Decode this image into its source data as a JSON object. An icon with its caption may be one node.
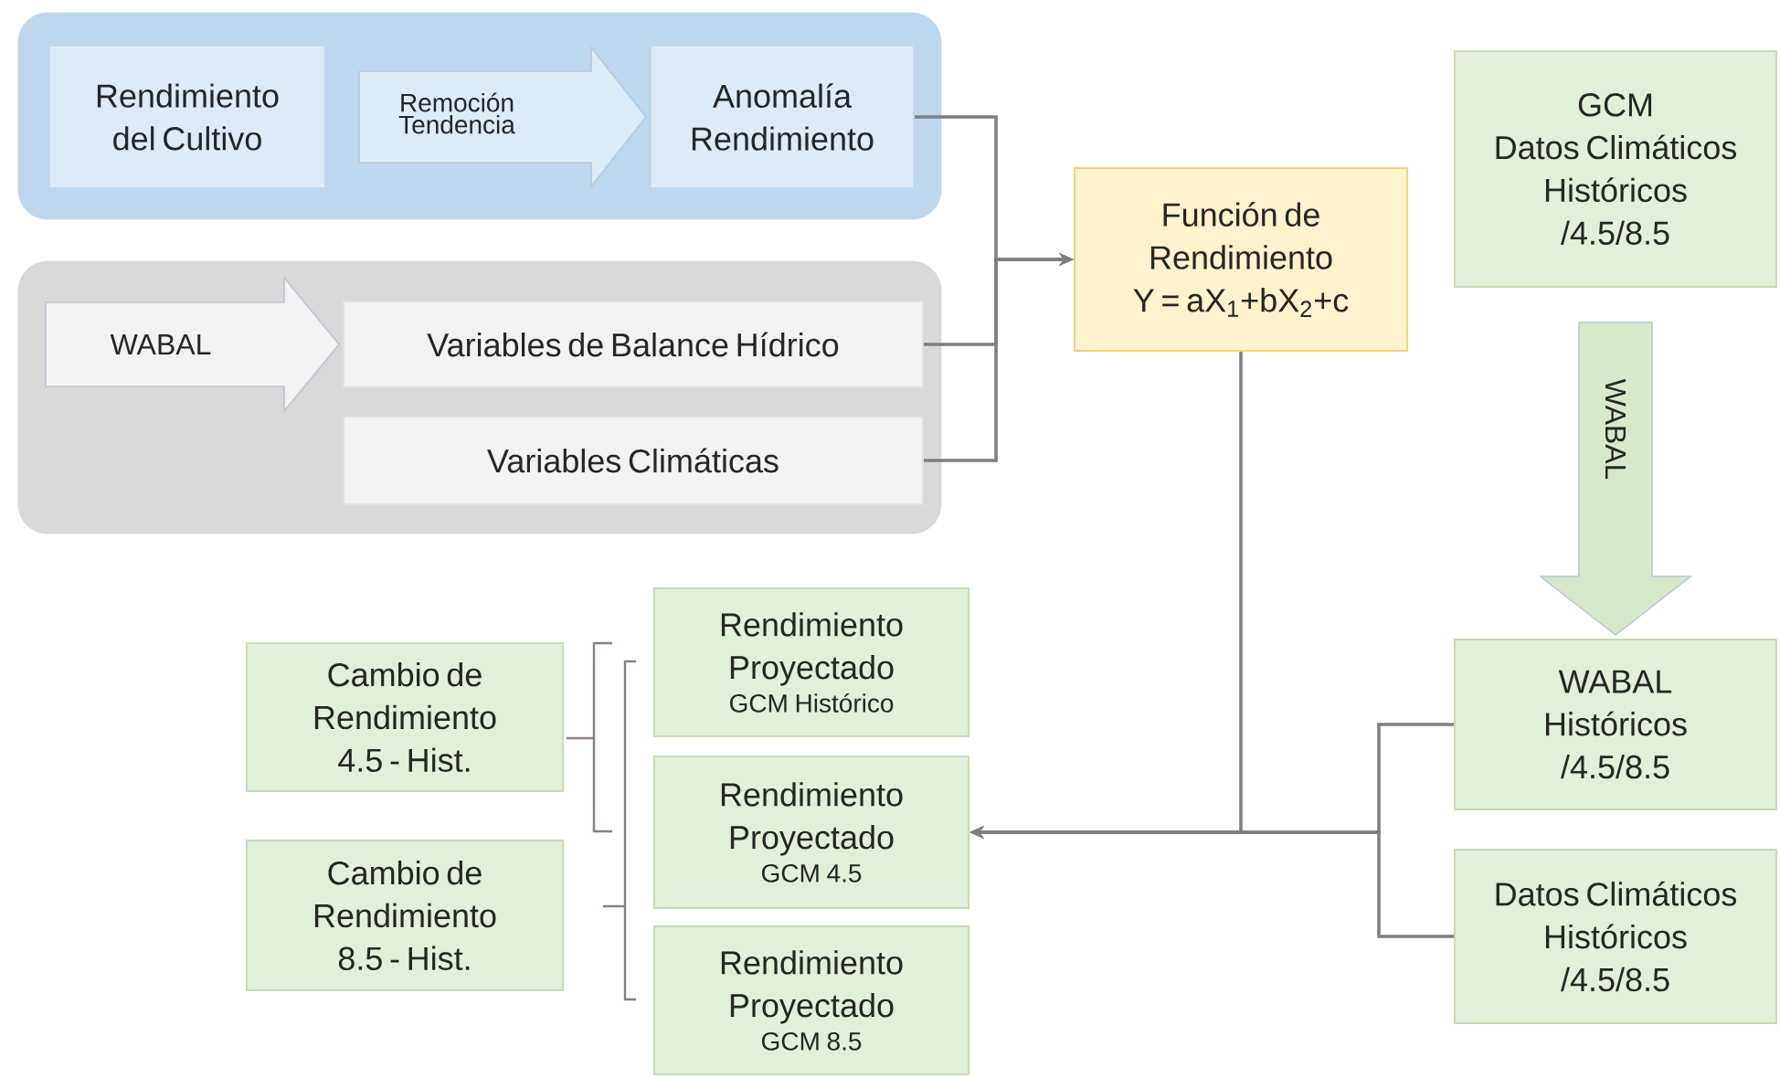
{
  "diagram": {
    "nodes": [
      {
        "text": [],
        "shape": "box"
      },
      {
        "text": [
          "Rendimiento del Cultivo"
        ],
        "in": 0
      },
      {
        "text": [
          "Anomalía Rendimiento"
        ],
        "in": 0
      },
      {
        "text": [],
        "shape": "box"
      },
      {
        "text": [
          "Variables de Balance Hídrico"
        ],
        "in": 3
      },
      {
        "text": [
          "Variables Climáticas"
        ],
        "in": 3
      },
      {
        "text": [
          "Función de Rendimiento",
          "Y = aX$_{1}$+bX$_{2}$+c"
        ]
      },
      {
        "text": [
          "GCM",
          "Datos Climáticos Históricos /4.5/8.5"
        ]
      },
      {
        "text": [
          "Cambio de Rendimiento 4.5 - Hist."
        ]
      },
      {
        "text": [
          "Cambio de Rendimiento 8.5 - Hist."
        ]
      },
      {
        "text": [
          "Rendimiento Proyectado",
          "GCM Histórico"
        ]
      },
      {
        "text": [
          "Rendimiento Proyectado",
          "GCM 4.5"
        ]
      },
      {
        "text": [
          "Rendimiento Proyectado",
          "GCM 8.5"
        ]
      },
      {
        "text": [
          "WABAL Históricos /4.5/8.5"
        ]
      },
      {
        "text": [
          "Datos Climáticos Históricos /4.5/8.5"
        ]
      }
    ],
    "edges": [
      {
        "from": 1,
        "to": 2,
        "arrow": "to",
        "label": "Remoción Tendencia",
        "style": "thick",
        "color": "#ddebf7"
      },
      {
        "from": null,
        "to": 4,
        "arrow": "to",
        "label": "WABAL",
        "style": "thick",
        "color": "#f2f2f2"
      },
      {
        "from": 2,
        "to": 6,
        "arrow": "to"
      },
      {
        "from": 4,
        "to": 6,
        "arrow": "to"
      },
      {
        "from": 5,
        "to": 6,
        "arrow": "to"
      },
      {
        "from": 7,
        "to": 13,
        "arrow": "to",
        "label": "WABAL",
        "style": "thick",
        "color": "#d8e9cb"
      },
      {
        "from": 6,
        "to": 11,
        "arrow": "to"
      },
      {
        "from": 13,
        "to": 11,
        "arrow": "to"
      },
      {
        "from": 14,
        "to": 11,
        "arrow": "to"
      }
    ]
  }
}
